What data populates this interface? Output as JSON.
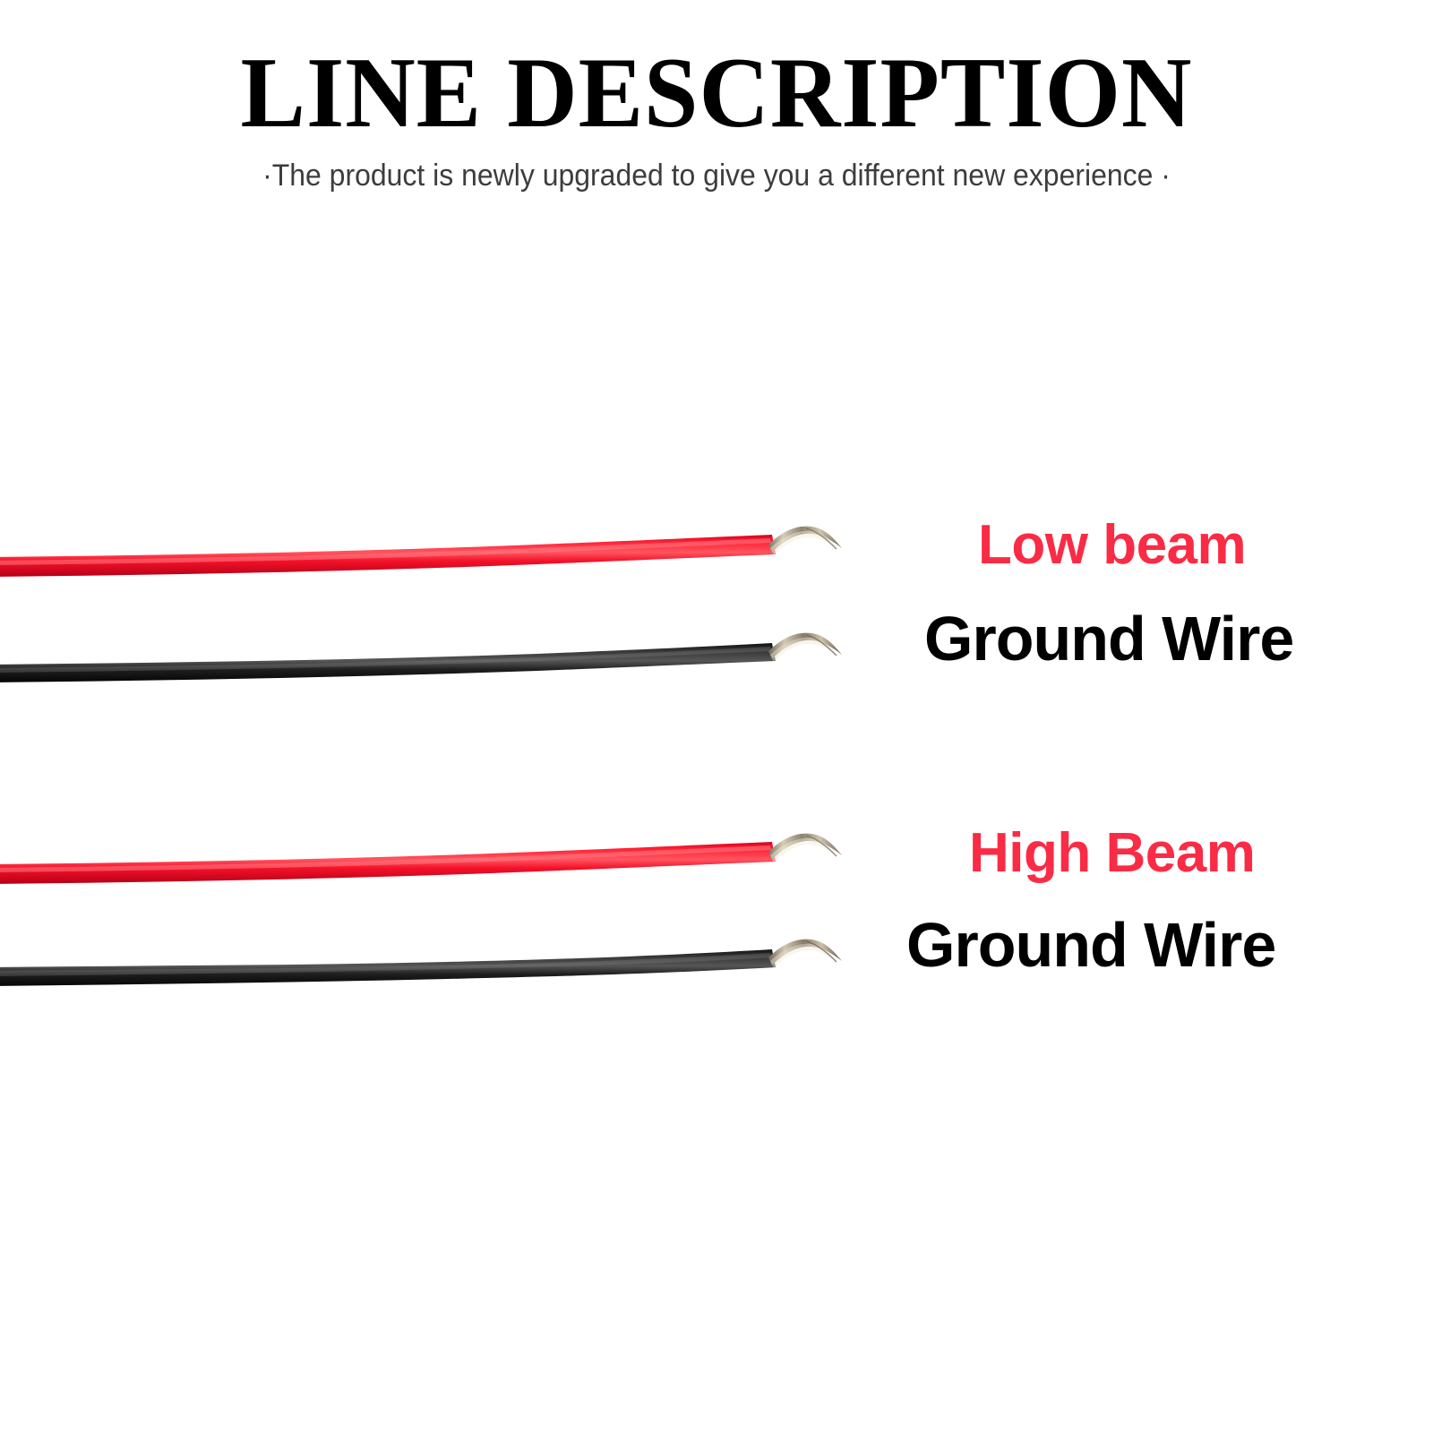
{
  "header": {
    "title": "LINE DESCRIPTION",
    "subtitle": "·The product is newly upgraded to give you a different new experience ·"
  },
  "colors": {
    "red_wire": "#F4122A",
    "red_text": "#FA2B45",
    "black_wire": "#1A1A1A",
    "black_text": "#000000",
    "copper_strand": "#B9AE98",
    "background": "#FFFFFF",
    "subtitle_text": "#3D3D3D"
  },
  "wires": [
    {
      "id": "low-beam-positive",
      "insulation": "red",
      "label": "Low beam",
      "label_color": "#FA2B45",
      "tip": "stripped-copper-strand"
    },
    {
      "id": "low-beam-ground",
      "insulation": "black",
      "label": "Ground Wire",
      "label_color": "#000000",
      "tip": "stripped-copper-strand"
    },
    {
      "id": "high-beam-positive",
      "insulation": "red",
      "label": "High Beam",
      "label_color": "#FA2B45",
      "tip": "stripped-copper-strand"
    },
    {
      "id": "high-beam-ground",
      "insulation": "black",
      "label": "Ground Wire",
      "label_color": "#000000",
      "tip": "stripped-copper-strand"
    }
  ]
}
